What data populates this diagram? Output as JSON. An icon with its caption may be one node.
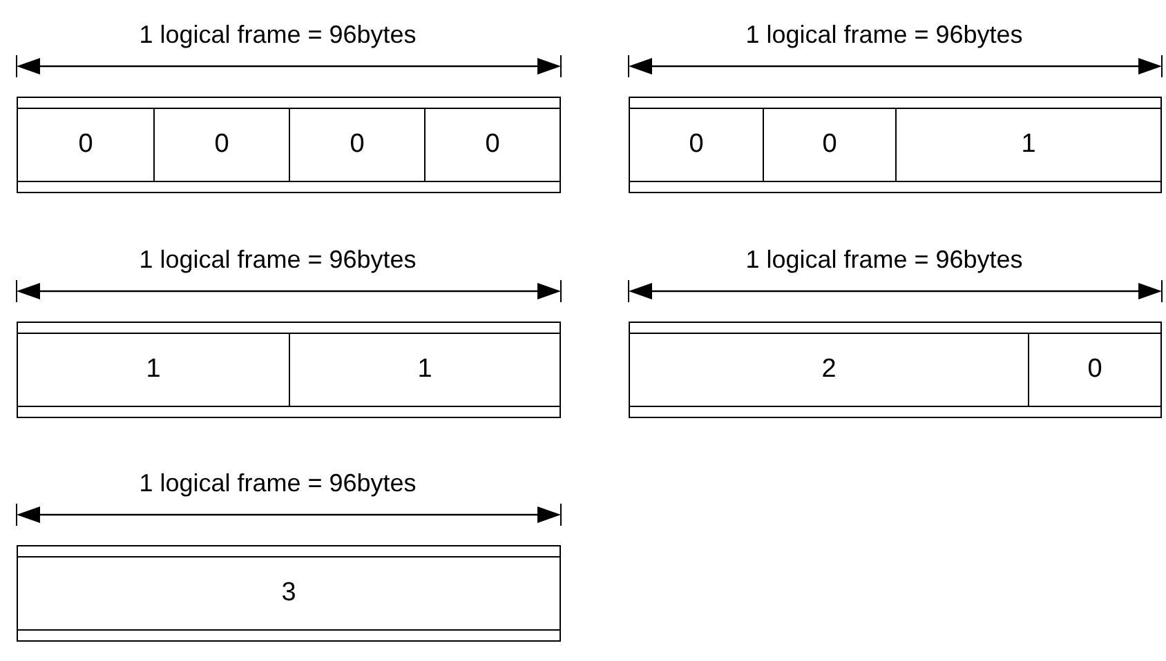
{
  "diagram": {
    "nodes": [
      {
        "text": [],
        "shape": "bar"
      },
      {
        "text": [
          "0"
        ],
        "in": 0
      },
      {
        "text": [
          "0"
        ],
        "in": 0
      },
      {
        "text": [
          "0"
        ],
        "in": 0
      },
      {
        "text": [
          "0"
        ],
        "in": 0
      },
      {
        "text": [],
        "shape": "bar"
      },
      {
        "text": [
          "0"
        ],
        "in": 5
      },
      {
        "text": [
          "0"
        ],
        "in": 5
      },
      {
        "text": [
          "1"
        ],
        "in": 5
      },
      {
        "text": [],
        "shape": "bar"
      },
      {
        "text": [
          "1"
        ],
        "in": 9
      },
      {
        "text": [
          "1"
        ],
        "in": 9
      },
      {
        "text": [],
        "shape": "bar"
      },
      {
        "text": [
          "2"
        ],
        "in": 12
      },
      {
        "text": [
          "0"
        ],
        "in": 12
      },
      {
        "text": [],
        "shape": "bar"
      },
      {
        "text": [
          "3"
        ],
        "in": 15
      }
    ],
    "edges": [],
    "labels": [
      "1 logical frame = 96bytes",
      "1 logical frame = 96bytes",
      "1 logical frame = 96bytes",
      "1 logical frame = 96bytes",
      "1 logical frame = 96bytes"
    ]
  }
}
